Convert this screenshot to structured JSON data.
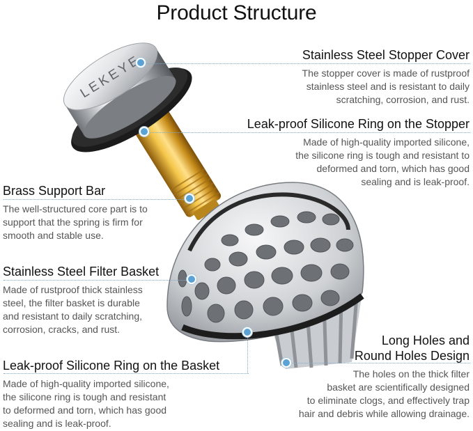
{
  "title": "Product Structure",
  "logo_text": "LEKEYE",
  "callouts": {
    "stopper_cover": {
      "heading": "Stainless Steel Stopper Cover",
      "lines": [
        "The stopper cover is made of rustproof",
        "stainless steel and is resistant to daily",
        "scratching, corrosion, and rust."
      ]
    },
    "ring_stopper": {
      "heading": "Leak-proof Silicone Ring on the Stopper",
      "lines": [
        "Made of high-quality imported silicone,",
        "the silicone ring is tough and resistant to",
        "deformed and torn, which has good",
        "sealing and is leak-proof."
      ]
    },
    "brass_bar": {
      "heading": "Brass Support Bar",
      "lines": [
        "The well-structured core part is to",
        "support that the spring is firm for",
        "smooth and stable use."
      ]
    },
    "filter_basket": {
      "heading": "Stainless Steel Filter Basket",
      "lines": [
        "Made of rustproof thick stainless",
        "steel, the filter basket is durable",
        "and resistant to daily scratching,",
        "corrosion, cracks, and rust."
      ]
    },
    "ring_basket": {
      "heading": "Leak-proof Silicone Ring on the Basket",
      "lines": [
        "Made of high-quality imported silicone,",
        "the silicone ring is tough and resistant",
        "to deformed and torn, which has good",
        "sealing and is leak-proof."
      ]
    },
    "holes": {
      "heading_lines": [
        "Long Holes and",
        "Round Holes Design"
      ],
      "lines": [
        "The holes on the thick filter",
        "basket are scientifically designed",
        "to eliminate clogs, and effectively trap",
        "hair and debris while allowing drainage."
      ]
    }
  }
}
